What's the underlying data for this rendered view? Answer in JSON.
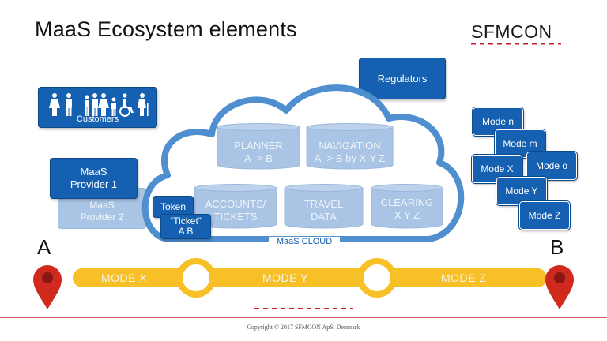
{
  "title": "MaaS Ecosystem elements",
  "logo": "SFMCON",
  "regulators": "Regulators",
  "customers": "Customers",
  "provider1": [
    "MaaS",
    "Provider 1"
  ],
  "provider2": [
    "MaaS",
    "Provider 2"
  ],
  "cloud": {
    "label": "MaaS CLOUD",
    "planner": [
      "PLANNER",
      "A -> B"
    ],
    "navigation": [
      "NAVIGATION",
      "A -> B by X-Y-Z"
    ],
    "accounts": [
      "ACCOUNTS/",
      "TICKETS"
    ],
    "travel": [
      "TRAVEL",
      "DATA"
    ],
    "clearing": [
      "CLEARING",
      "X Y Z"
    ]
  },
  "token": "Token",
  "ticket": [
    "“Ticket”",
    "A  B"
  ],
  "modes": {
    "n": "Mode n",
    "m": "Mode m",
    "x": "Mode X",
    "o": "Mode o",
    "y": "Mode Y",
    "z": "Mode Z"
  },
  "points": {
    "a": "A",
    "b": "B"
  },
  "road": {
    "x": "MODE X",
    "y": "MODE Y",
    "z": "MODE Z"
  },
  "copyright": "Copyright © 2017 SFMCON ApS, Denmark",
  "colors": {
    "box": "#1560b0",
    "cloud": "#4f8fd0",
    "road": "#f6c026",
    "pin": "#d02a1e"
  },
  "icons": [
    "woman-icon",
    "man-icon",
    "family-icon",
    "child-icon",
    "wheelchair-icon",
    "elderly-icon"
  ]
}
